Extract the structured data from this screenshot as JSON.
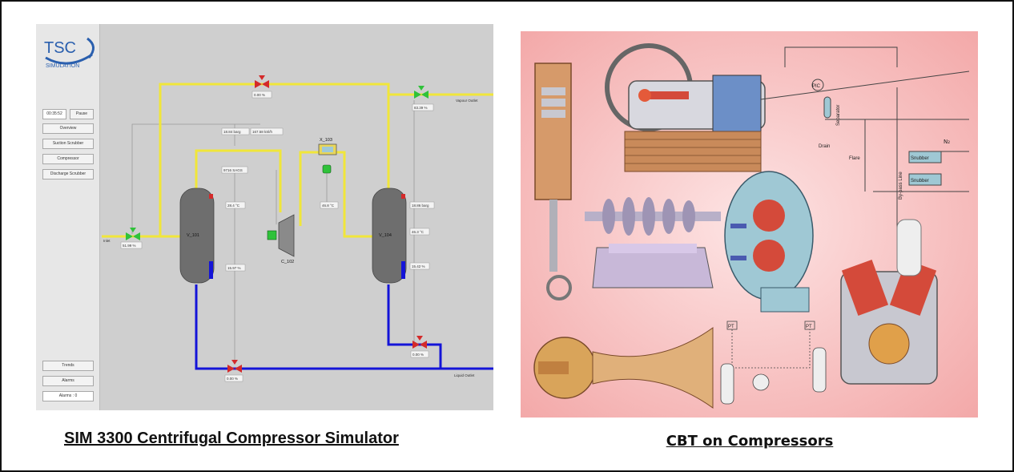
{
  "left_panel": {
    "caption": "SIM 3300 Centrifugal Compressor Simulator",
    "logo": {
      "line1": "TSC",
      "line2": "SIMULATION"
    },
    "sidebar": {
      "clock": "00:35:52",
      "pause_label": "Pause",
      "nav": [
        "Overview",
        "Suction Scrubber",
        "Compressor",
        "Discharge Scrubber"
      ],
      "trends_label": "Trends",
      "alarms_label": "Alarms",
      "alarm_count": "Alarms : 0"
    },
    "process": {
      "inlet_label": "Inlet",
      "vapour_outlet_label": "Vapour Outlet",
      "liquid_outlet_label": "Liquid Outlet",
      "v101_label": "V_101",
      "v104_label": "V_104",
      "compressor_label": "C_102",
      "exchanger_label": "X_103",
      "readings": {
        "top_valve": "0.00 %",
        "outlet_valve": "83.39 %",
        "inlet_valve": "51.99 %",
        "suction_pressure": "18.84 barg",
        "flow_1": "167.58 kSl/h",
        "flow_2": "9716 SAGS",
        "v101_temp": "28.4 °C",
        "v101_level": "15.97 %",
        "exchanger_temp": "46.8 °C",
        "v104_pressure": "18.86 barg",
        "v104_temp": "46.3 °C",
        "v104_level": "15.42 %",
        "liquid_valve_1": "0.00 %",
        "liquid_valve_2": "0.00 %"
      }
    },
    "colors": {
      "vapour_line": "#f0e63a",
      "liquid_line": "#1414d8",
      "vessel": "#6e6e6e",
      "valve_open": "#2fc23a",
      "valve_closed": "#d42a2a"
    }
  },
  "right_panel": {
    "caption": "CBT on Compressors",
    "labels": {
      "pic": "PIC",
      "separator": "Separator",
      "drain": "Drain",
      "n2": "N₂",
      "flare": "Flare",
      "bypass": "By-pass Line",
      "snubber_top": "Snubber",
      "snubber_bottom": "Snubber",
      "pt_left": "PT",
      "pt_right": "PT"
    },
    "colors": {
      "background": "#f6b9b9",
      "metal": "#b8b0c8",
      "gear": "#d44a3a",
      "casing": "#9fc8d4",
      "bronze": "#d9a45a"
    }
  }
}
